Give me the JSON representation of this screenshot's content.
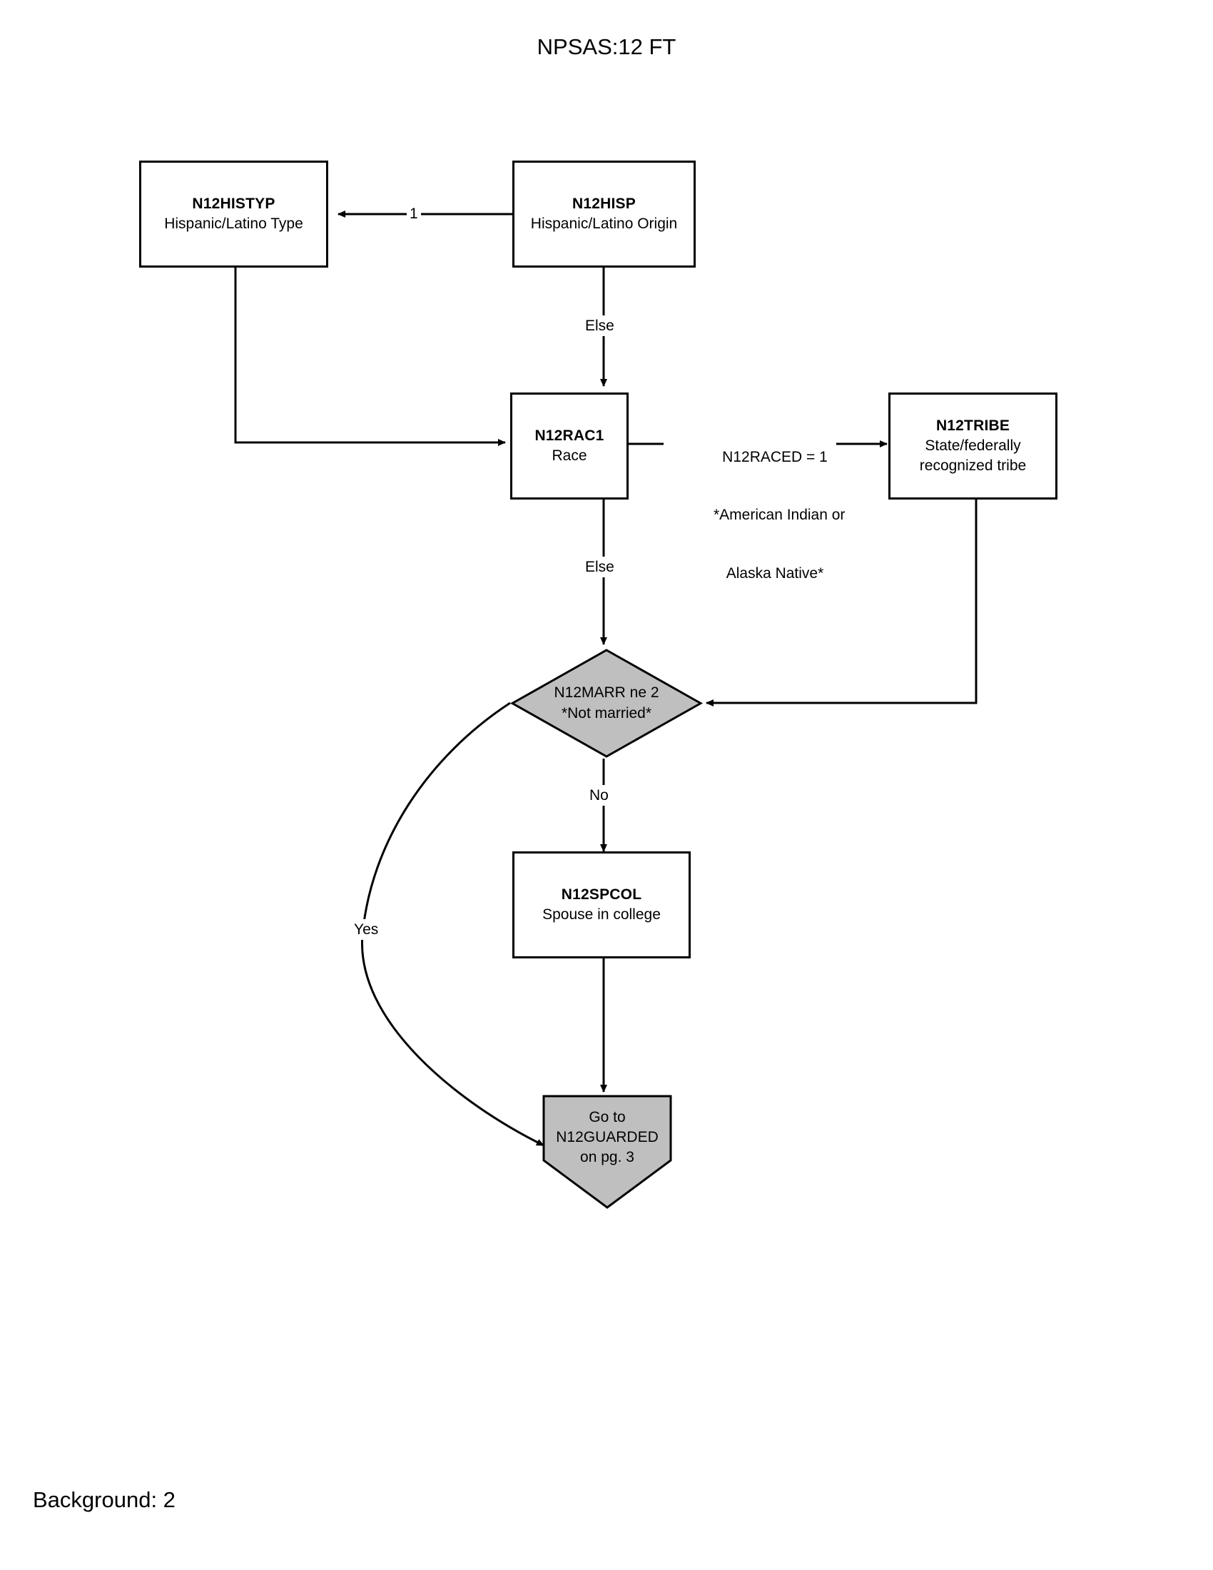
{
  "page": {
    "title": "NPSAS:12 FT",
    "footer": "Background: 2",
    "colors": {
      "line": "#000000",
      "box_fill": "#ffffff",
      "decision_fill": "#bfbfbf",
      "terminator_fill": "#bfbfbf",
      "text": "#000000"
    }
  },
  "nodes": {
    "histyp": {
      "code": "N12HISTYP",
      "desc": "Hispanic/Latino Type",
      "shape": "process"
    },
    "hisp": {
      "code": "N12HISP",
      "desc": "Hispanic/Latino Origin",
      "shape": "process"
    },
    "rac1": {
      "code": "N12RAC1",
      "desc": "Race",
      "shape": "process"
    },
    "tribe": {
      "code": "N12TRIBE",
      "desc_line1": "State/federally",
      "desc_line2": "recognized tribe",
      "shape": "process"
    },
    "marr": {
      "line1": "N12MARR ne 2",
      "line2": "*Not married*",
      "shape": "decision"
    },
    "spcol": {
      "code": "N12SPCOL",
      "desc": "Spouse in college",
      "shape": "process"
    },
    "guarded": {
      "line1": "Go to",
      "line2": "N12GUARDED",
      "line3": "on pg. 3",
      "shape": "terminator"
    }
  },
  "edges": {
    "hisp_to_histyp": "1",
    "hisp_to_rac1": "Else",
    "rac1_to_tribe_line1": "N12RACED = 1",
    "rac1_to_tribe_line2": "*American Indian or",
    "rac1_to_tribe_line3": "Alaska Native*",
    "rac1_to_marr": "Else",
    "marr_no": "No",
    "marr_yes": "Yes"
  }
}
